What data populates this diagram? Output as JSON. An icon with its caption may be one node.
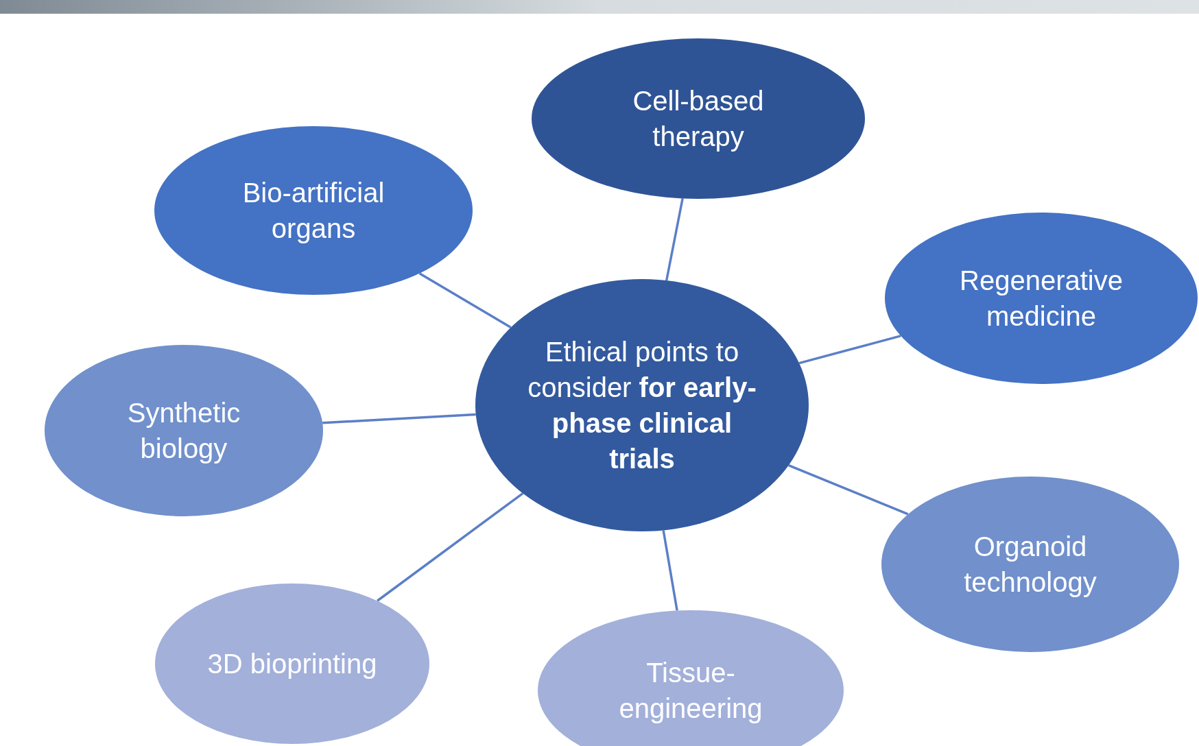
{
  "diagram": {
    "nodes": [
      {
        "text": [
          "Cell-based therapy"
        ]
      },
      {
        "text": [
          "Bio-artificial organs"
        ]
      },
      {
        "text": [
          "Regenerative medicine"
        ]
      },
      {
        "text": [
          "Ethical points to consider **for early-phase clinical trials**"
        ]
      },
      {
        "text": [
          "Synthetic biology"
        ]
      },
      {
        "text": [
          "Organoid technology"
        ]
      },
      {
        "text": [
          "3D bioprinting"
        ]
      },
      {
        "text": [
          "Tissue-engineering"
        ]
      }
    ],
    "edges": [
      {
        "from": 3,
        "to": 0,
        "arrow": "none"
      },
      {
        "from": 3,
        "to": 1,
        "arrow": "none"
      },
      {
        "from": 3,
        "to": 2,
        "arrow": "none"
      },
      {
        "from": 3,
        "to": 4,
        "arrow": "none"
      },
      {
        "from": 3,
        "to": 5,
        "arrow": "none"
      },
      {
        "from": 3,
        "to": 6,
        "arrow": "none"
      },
      {
        "from": 3,
        "to": 7,
        "arrow": "none"
      }
    ]
  }
}
